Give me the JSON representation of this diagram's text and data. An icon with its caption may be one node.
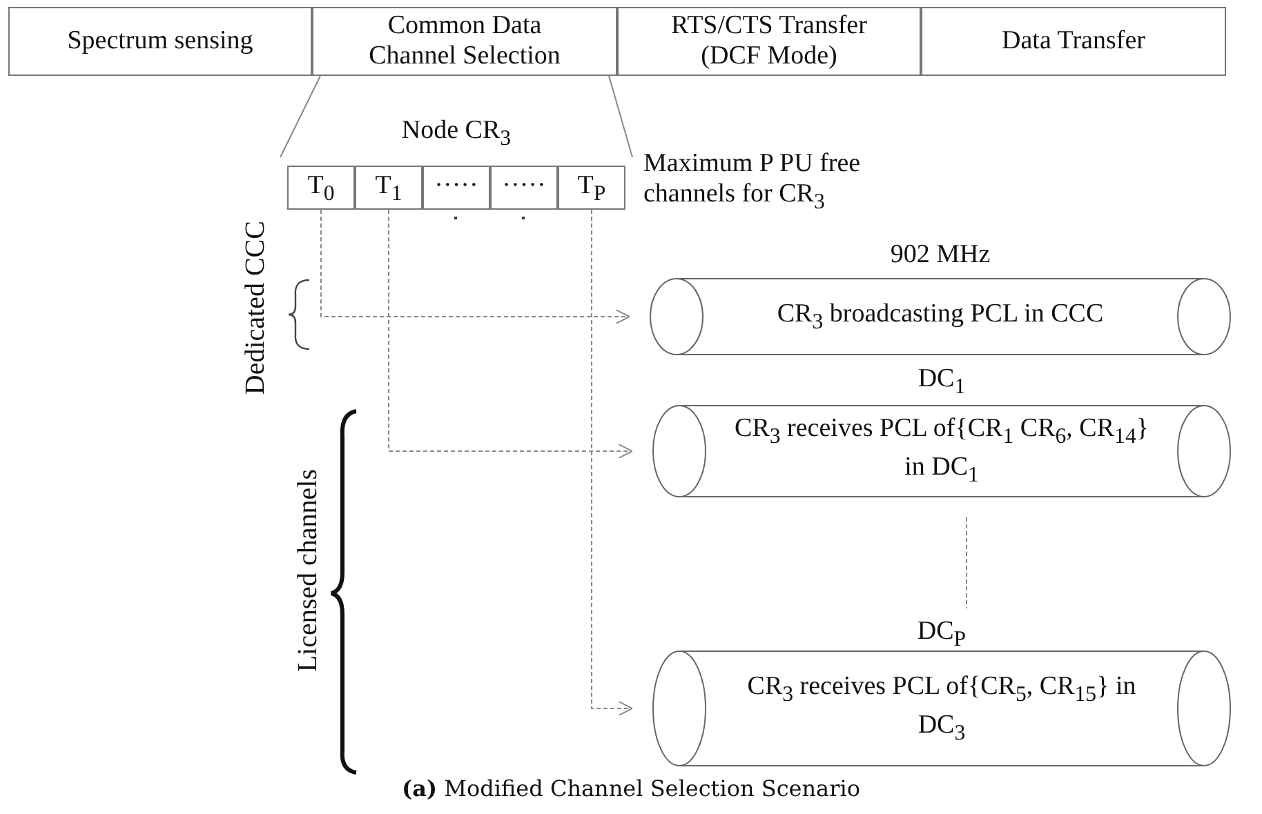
{
  "diagram": {
    "caption": "**(a)** Modified Channel Selection Scenario",
    "nodes": [
      {
        "text": [
          "Spectrum sensing"
        ]
      },
      {
        "text": [
          "Common Data Channel Selection"
        ]
      },
      {
        "text": [
          "RTS/CTS Transfer (DCF Mode)"
        ]
      },
      {
        "text": [
          "Data Transfer"
        ]
      },
      {
        "text": [
          "Node CR$_{3}$"
        ],
        "beside": [
          "Maximum P PU free channels for CR$_{3}$"
        ]
      },
      {
        "text": [
          "T$_{0}$"
        ],
        "in": 4
      },
      {
        "text": [
          "T$_{1}$"
        ],
        "in": 4
      },
      {
        "text": [
          "·····"
        ],
        "in": 4
      },
      {
        "text": [
          "·····"
        ],
        "in": 4
      },
      {
        "text": [
          "T$_{P}$"
        ],
        "in": 4
      },
      {
        "text": [
          "902 MHz",
          "CR$_{3}$ broadcasting PCL in CCC"
        ]
      },
      {
        "text": [
          "DC$_{1}$",
          "CR$_{3}$ receives PCL of{CR$_{1}$ CR$_{6}$, CR$_{14}$} in DC$_{1}$"
        ]
      },
      {
        "text": [
          "DC$_{P}$",
          "CR$_{3}$ receives PCL of{CR$_{5}$, CR$_{15}$} in DC$_{3}$"
        ]
      }
    ],
    "edges": [
      {
        "from": 1,
        "to": 4,
        "arrow": "none"
      },
      {
        "from": 5,
        "to": 10,
        "arrow": "to",
        "style": "dashed"
      },
      {
        "from": 6,
        "to": 11,
        "arrow": "to",
        "style": "dashed"
      },
      {
        "from": 9,
        "to": 12,
        "arrow": "to",
        "style": "dashed"
      },
      {
        "from": 11,
        "to": 12,
        "arrow": "none",
        "style": "dashed"
      }
    ],
    "labels": [
      "Dedicated CCC",
      "Licensed channels"
    ]
  }
}
